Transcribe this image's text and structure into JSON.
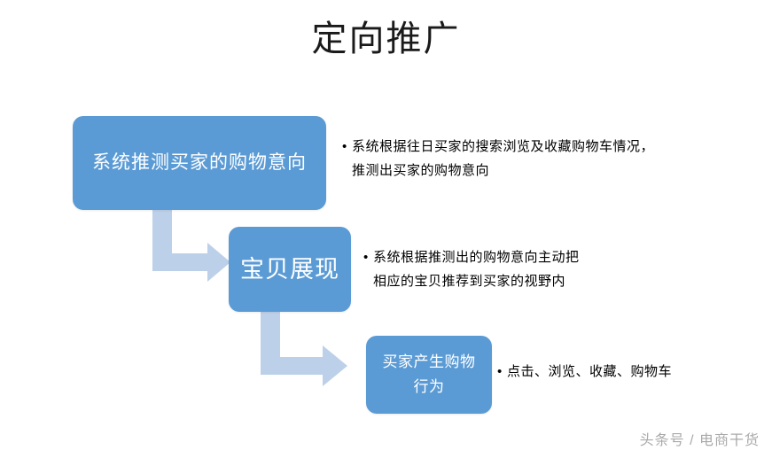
{
  "slide": {
    "title": "定向推广",
    "background_color": "#FFFFFF",
    "box_color": "#5B9BD5",
    "arrow_color": "#BDD0E9",
    "box_text_color": "#FFFFFF",
    "body_text_color": "#000000"
  },
  "process": {
    "steps": [
      {
        "id": "step-1",
        "label": "系统推测买家的购物意向",
        "bullet_dot": "•",
        "bullet": "系统根据往日买家的搜索浏览及收藏购物车情况，\n推测出买家的购物意向"
      },
      {
        "id": "step-2",
        "label": "宝贝展现",
        "bullet_dot": "•",
        "bullet": "系统根据推测出的购物意向主动把\n相应的宝贝推荐到买家的视野内"
      },
      {
        "id": "step-3",
        "label": "买家产生购物\n行为",
        "bullet_dot": "•",
        "bullet": "点击、浏览、收藏、购物车"
      }
    ],
    "connectors": [
      {
        "id": "connector-1",
        "from": "step-1",
        "to": "step-2",
        "shape": "elbow-down-right-arrow"
      },
      {
        "id": "connector-2",
        "from": "step-2",
        "to": "step-3",
        "shape": "elbow-down-right-arrow"
      }
    ]
  },
  "watermark": {
    "text": "头条号 / 电商干货"
  }
}
